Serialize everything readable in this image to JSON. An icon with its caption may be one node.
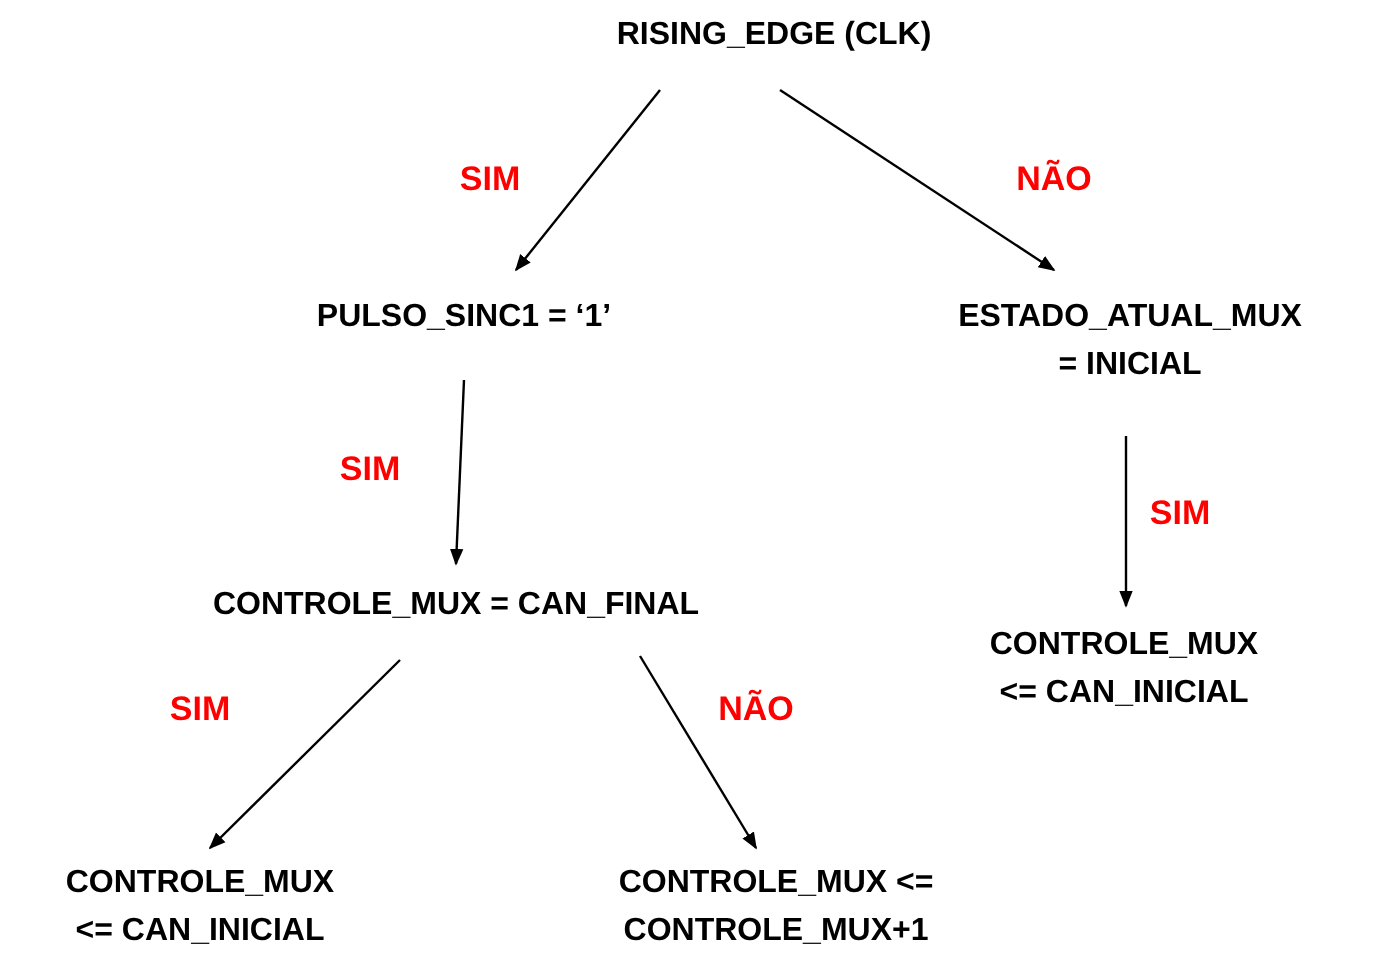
{
  "diagram": {
    "nodes": [
      {
        "text": [
          "RISING_EDGE (CLK)"
        ]
      },
      {
        "text": [
          "PULSO_SINC1 = ‘1’"
        ]
      },
      {
        "text": [
          "ESTADO_ATUAL_MUX = INICIAL"
        ]
      },
      {
        "text": [
          "CONTROLE_MUX = CAN_FINAL"
        ]
      },
      {
        "text": [
          "CONTROLE_MUX <= CAN_INICIAL"
        ]
      },
      {
        "text": [
          "CONTROLE_MUX <= CAN_INICIAL"
        ]
      },
      {
        "text": [
          "CONTROLE_MUX <= CONTROLE_MUX+1"
        ]
      }
    ],
    "edges": [
      {
        "from": 0,
        "to": 1,
        "arrow": "to",
        "label": "SIM"
      },
      {
        "from": 0,
        "to": 2,
        "arrow": "to",
        "label": "NÃO"
      },
      {
        "from": 1,
        "to": 3,
        "arrow": "to",
        "label": "SIM"
      },
      {
        "from": 2,
        "to": 4,
        "arrow": "to",
        "label": "SIM"
      },
      {
        "from": 3,
        "to": 5,
        "arrow": "to",
        "label": "SIM"
      },
      {
        "from": 3,
        "to": 6,
        "arrow": "to",
        "label": "NÃO"
      }
    ]
  }
}
